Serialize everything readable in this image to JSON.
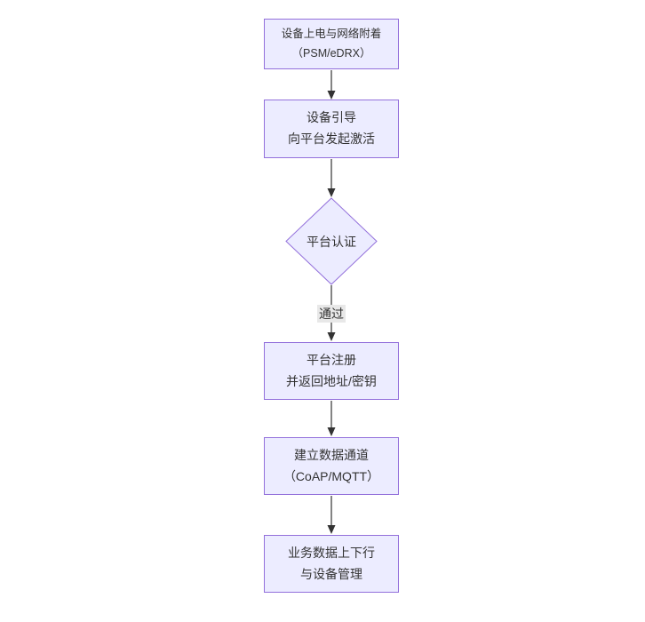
{
  "diagram": {
    "type": "flowchart",
    "direction": "top-down",
    "colors": {
      "node_fill": "#ECECFF",
      "node_border": "#9370DB",
      "text": "#333333",
      "edge_line": "#333333",
      "edge_label_bg": "#e8e8e8",
      "background": "#ffffff"
    },
    "nodes": [
      {
        "id": "n1",
        "shape": "rect",
        "lines": [
          "设备上电与网络附着",
          "（PSM/eDRX）"
        ]
      },
      {
        "id": "n2",
        "shape": "rect",
        "lines": [
          "设备引导",
          "向平台发起激活"
        ]
      },
      {
        "id": "n3",
        "shape": "diamond",
        "lines": [
          "平台认证"
        ]
      },
      {
        "id": "n4",
        "shape": "rect",
        "lines": [
          "平台注册",
          "并返回地址/密钥"
        ]
      },
      {
        "id": "n5",
        "shape": "rect",
        "lines": [
          "建立数据通道",
          "（CoAP/MQTT）"
        ]
      },
      {
        "id": "n6",
        "shape": "rect",
        "lines": [
          "业务数据上下行",
          "与设备管理"
        ]
      }
    ],
    "edges": [
      {
        "from": "n1",
        "to": "n2",
        "label": ""
      },
      {
        "from": "n2",
        "to": "n3",
        "label": ""
      },
      {
        "from": "n3",
        "to": "n4",
        "label": "通过"
      },
      {
        "from": "n4",
        "to": "n5",
        "label": ""
      },
      {
        "from": "n5",
        "to": "n6",
        "label": ""
      }
    ]
  }
}
